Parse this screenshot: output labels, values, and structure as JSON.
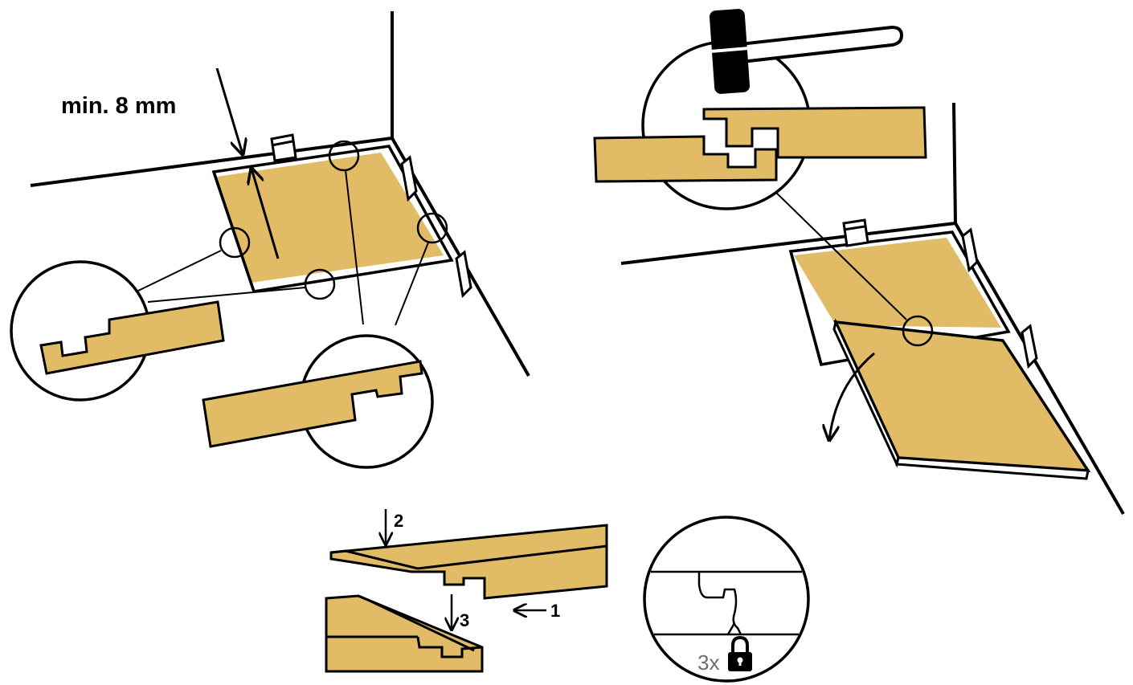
{
  "labels": {
    "gap": "min. 8 mm",
    "step1": "1",
    "step2": "2",
    "step3": "3",
    "repeat": "3x"
  },
  "icons": {
    "hammer": "hammer-icon",
    "lock": "lock-icon",
    "arrow": "arrow-icon"
  },
  "colors": {
    "wood": "#E1BB66",
    "line": "#000000",
    "spacer": "#ffffff",
    "label_grey": "#6e6e6e"
  }
}
